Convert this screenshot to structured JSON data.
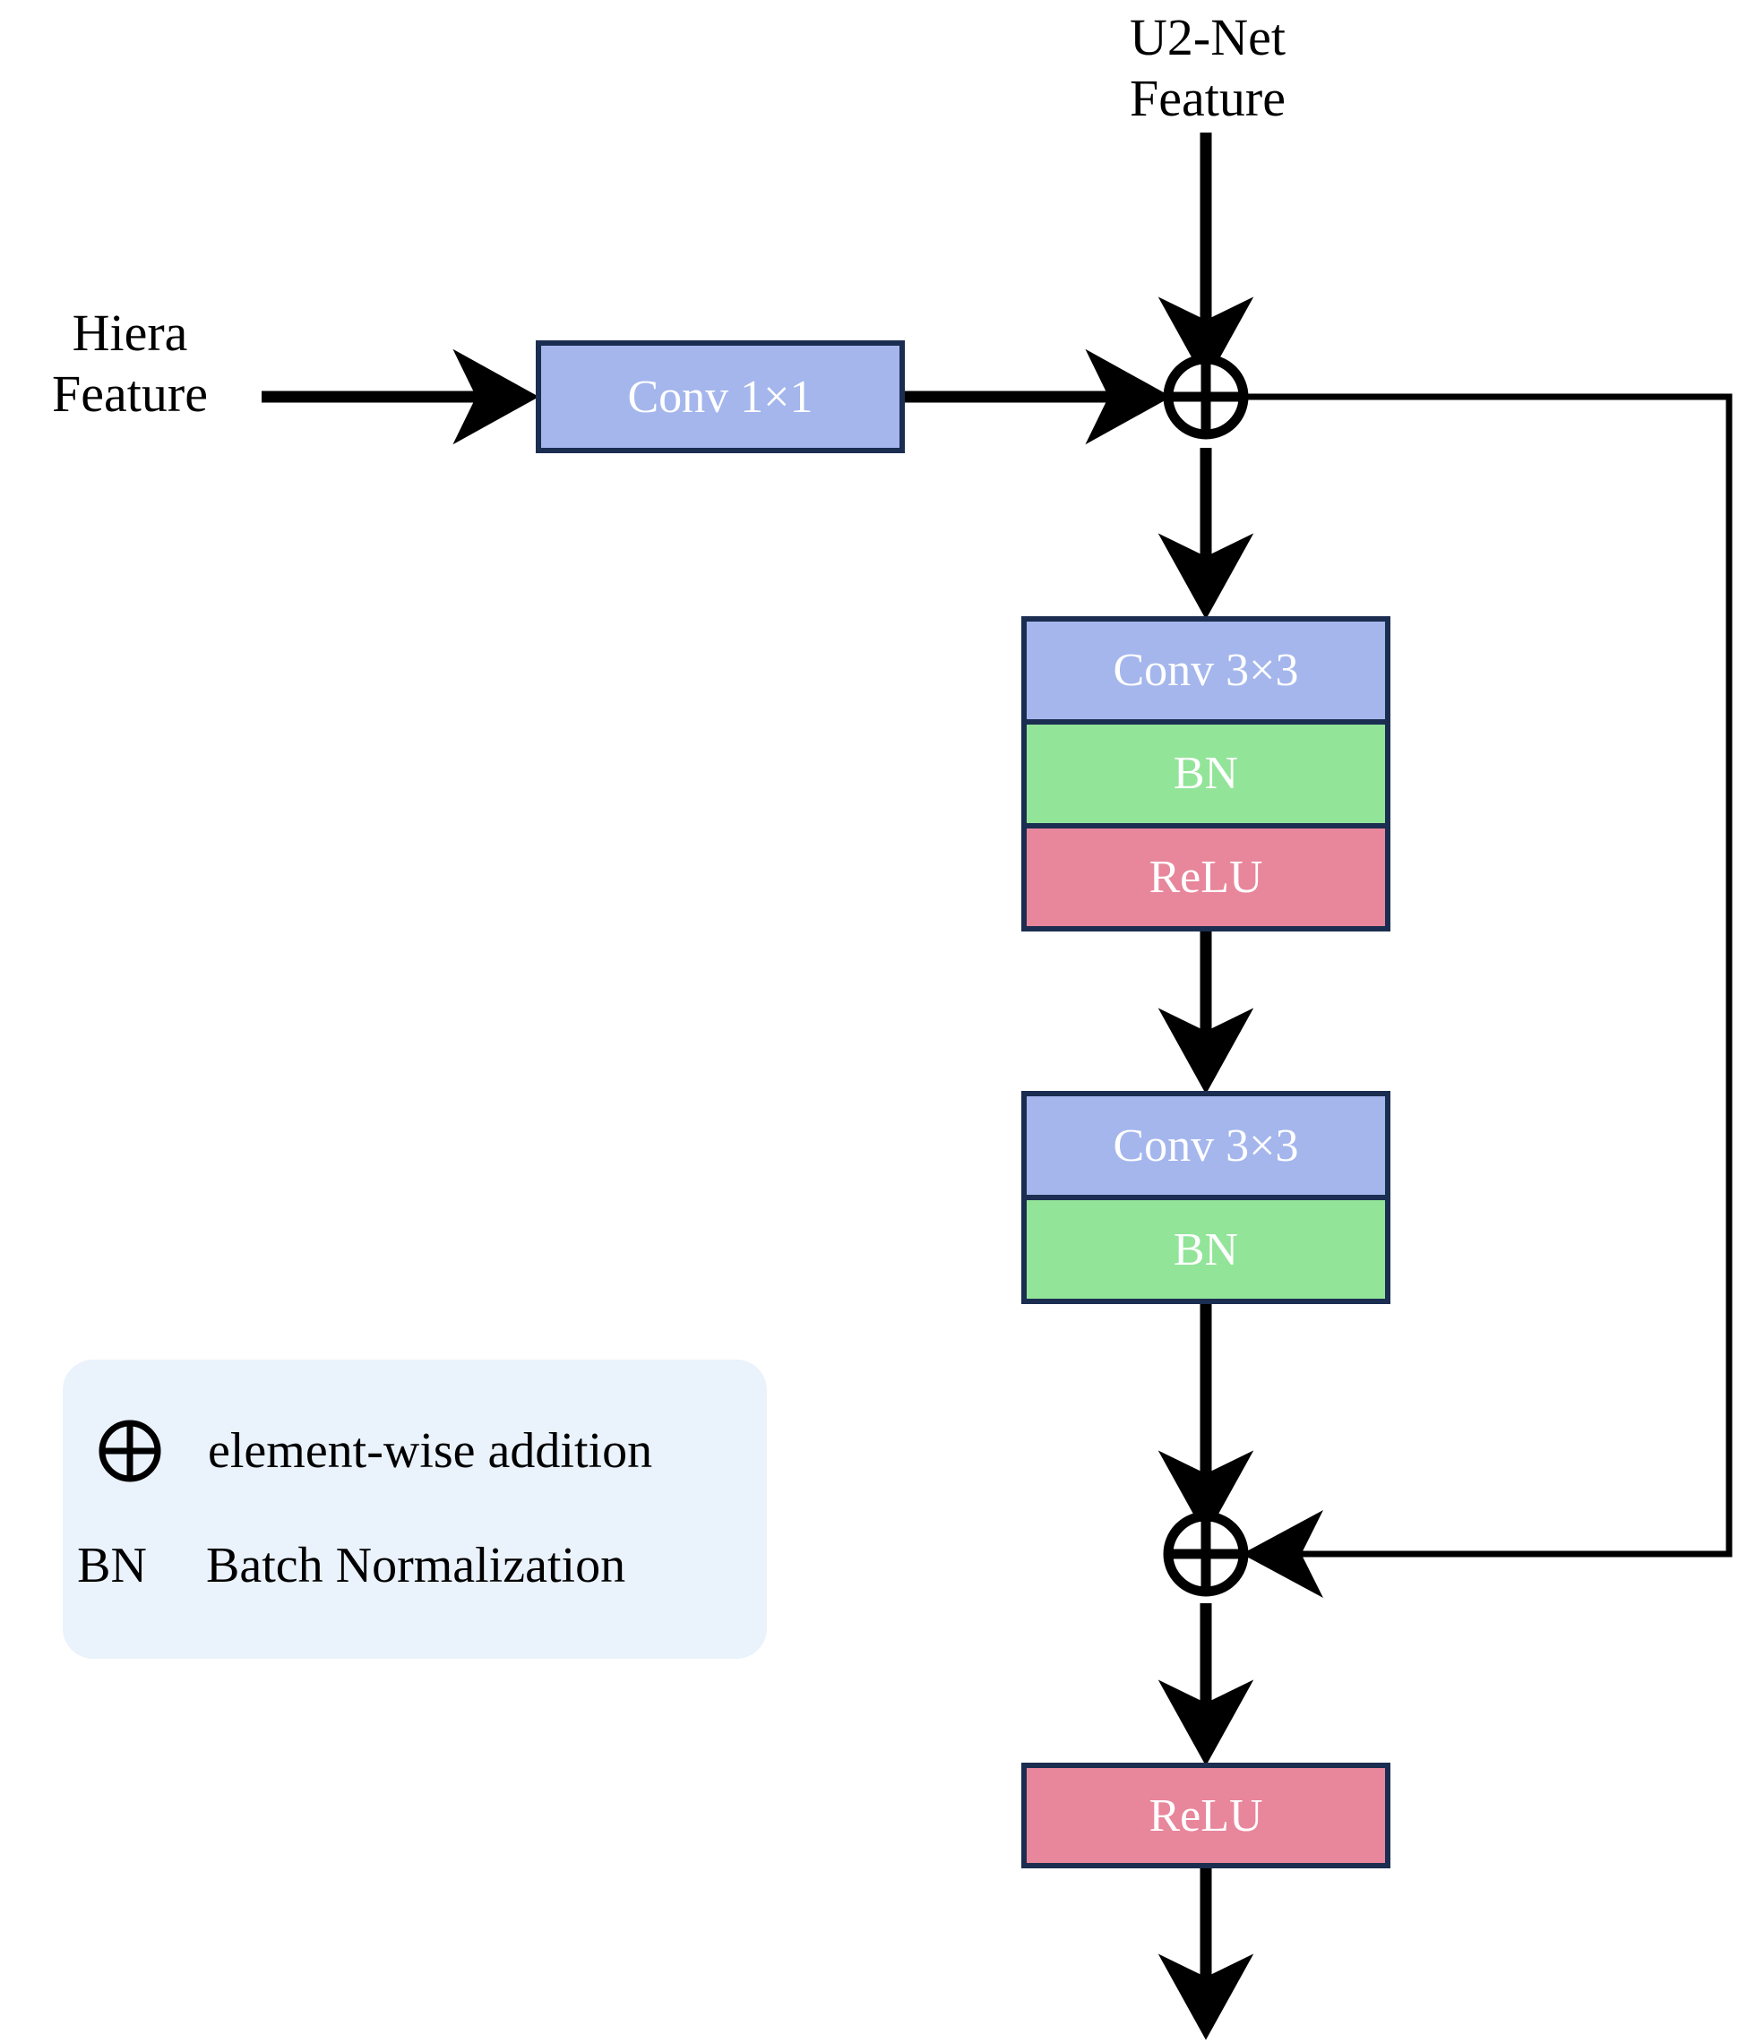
{
  "figure": {
    "type": "diagram",
    "description": "Residual fusion block combining Hiera features and U2-Net features"
  },
  "inputs": {
    "u2net_label": "U2-Net\nFeature",
    "hiera_label": "Hiera\nFeature"
  },
  "nodes": {
    "conv1x1": {
      "label": "Conv 1×1"
    },
    "block1": {
      "segments": [
        {
          "label": "Conv 3×3",
          "color": "#a4b6ec"
        },
        {
          "label": "BN",
          "color": "#92e499"
        },
        {
          "label": "ReLU",
          "color": "#e8869b"
        }
      ]
    },
    "block2": {
      "segments": [
        {
          "label": "Conv 3×3",
          "color": "#a4b6ec"
        },
        {
          "label": "BN",
          "color": "#92e499"
        }
      ]
    },
    "final_relu": {
      "label": "ReLU",
      "color": "#e8869b"
    },
    "add_top": {
      "symbol": "⊕"
    },
    "add_bottom": {
      "symbol": "⊕"
    }
  },
  "legend": {
    "background": "#eaf2fc",
    "rows": [
      {
        "symbol": "⊕",
        "text": "element-wise addition"
      },
      {
        "symbol": "BN",
        "text": "Batch Normalization"
      }
    ]
  },
  "colors": {
    "conv_blue": "#a4b6ec",
    "bn_green": "#92e499",
    "relu_pink": "#e8869b",
    "border_navy": "#1b2d50",
    "legend_bg": "#eaf2fc",
    "arrow_black": "#000000"
  }
}
